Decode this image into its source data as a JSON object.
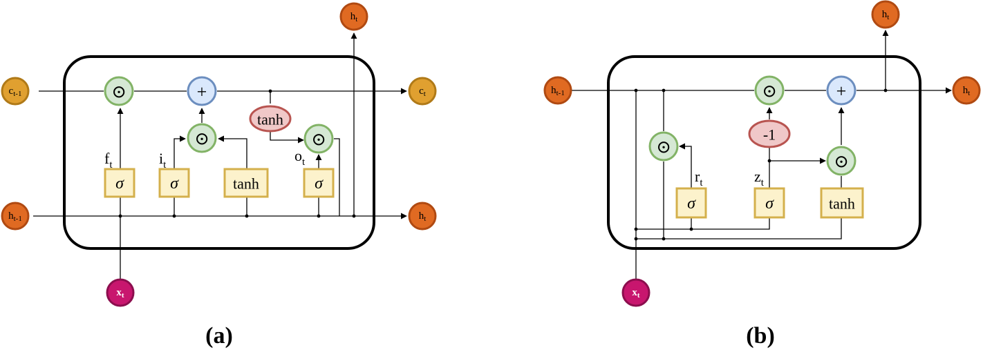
{
  "colors": {
    "orange_fill": "#e06a22",
    "orange_stroke": "#b04a12",
    "gold_fill": "#e0a030",
    "gold_stroke": "#b07a18",
    "magenta_fill": "#c8166e",
    "magenta_stroke": "#8c0e4e",
    "mult_fill": "#d5e8d4",
    "mult_stroke": "#82b366",
    "add_fill": "#dae8fc",
    "add_stroke": "#6c8ebf",
    "gate_fill": "#fcf2cc",
    "gate_stroke": "#d4b04c",
    "ellipse_fill": "#f0c8c8",
    "ellipse_stroke": "#b85450"
  },
  "symbols": {
    "mult": "⊙",
    "add": "+",
    "sigma": "σ",
    "tanh": "tanh",
    "neg_one": "-1"
  },
  "lstm": {
    "caption": "(a)",
    "inputs": {
      "c_prev": {
        "base": "c",
        "sub": "t-1"
      },
      "h_prev": {
        "base": "h",
        "sub": "t-1"
      },
      "x": {
        "base": "x",
        "sub": "t"
      }
    },
    "outputs": {
      "c": {
        "base": "c",
        "sub": "t"
      },
      "h_right": {
        "base": "h",
        "sub": "t"
      },
      "h_top": {
        "base": "h",
        "sub": "t"
      }
    },
    "gate_labels": {
      "f": {
        "base": "f",
        "sub": "t"
      },
      "i": {
        "base": "i",
        "sub": "t"
      },
      "o": {
        "base": "o",
        "sub": "t"
      }
    }
  },
  "gru": {
    "caption": "(b)",
    "inputs": {
      "h_prev": {
        "base": "h",
        "sub": "t-1"
      },
      "x": {
        "base": "x",
        "sub": "t"
      }
    },
    "outputs": {
      "h_right": {
        "base": "h",
        "sub": "t"
      },
      "h_top": {
        "base": "h",
        "sub": "t"
      }
    },
    "gate_labels": {
      "r": {
        "base": "r",
        "sub": "t"
      },
      "z": {
        "base": "z",
        "sub": "t"
      }
    }
  }
}
